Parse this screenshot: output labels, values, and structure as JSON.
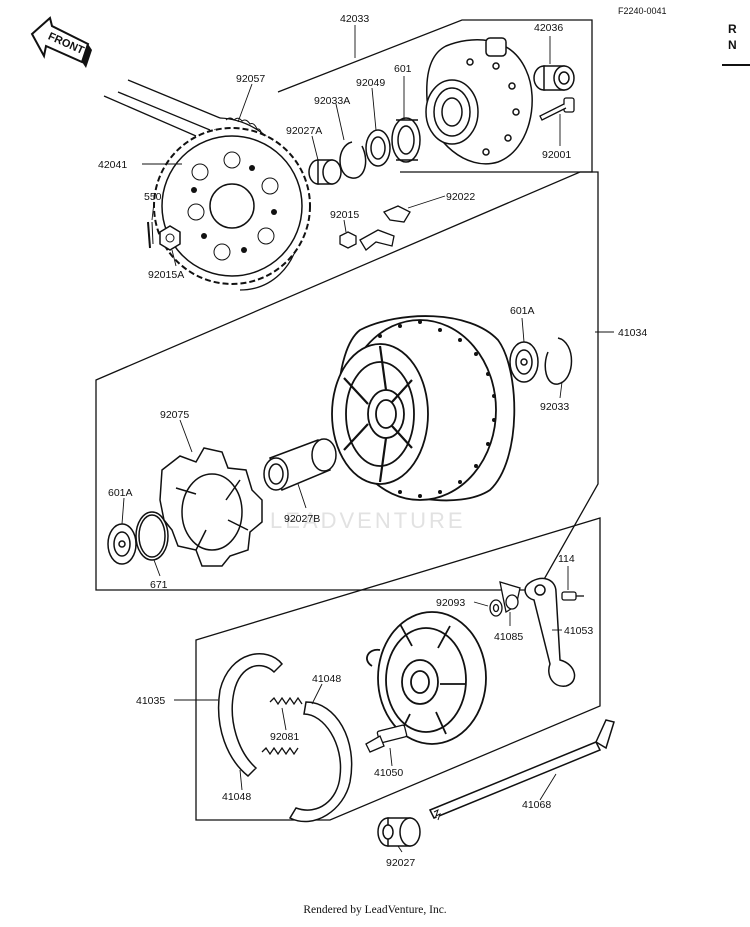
{
  "diagram": {
    "drawing_code": "F2240-0041",
    "front_label": "FRONT",
    "watermark": "LEADVENTURE",
    "footer": "Rendered by LeadVenture, Inc.",
    "side_header": [
      "R",
      "N"
    ],
    "callouts": [
      {
        "id": "42033",
        "text": "42033"
      },
      {
        "id": "42036",
        "text": "42036"
      },
      {
        "id": "92057",
        "text": "92057"
      },
      {
        "id": "601",
        "text": "601"
      },
      {
        "id": "92049",
        "text": "92049"
      },
      {
        "id": "92033A",
        "text": "92033A"
      },
      {
        "id": "92027A",
        "text": "92027A"
      },
      {
        "id": "92001",
        "text": "92001"
      },
      {
        "id": "42041",
        "text": "42041"
      },
      {
        "id": "550",
        "text": "550"
      },
      {
        "id": "92022",
        "text": "92022"
      },
      {
        "id": "92015",
        "text": "92015"
      },
      {
        "id": "92015A",
        "text": "92015A"
      },
      {
        "id": "601A_top",
        "text": "601A"
      },
      {
        "id": "41034",
        "text": "41034"
      },
      {
        "id": "92033",
        "text": "92033"
      },
      {
        "id": "92075",
        "text": "92075"
      },
      {
        "id": "601A_left",
        "text": "601A"
      },
      {
        "id": "92027B",
        "text": "92027B"
      },
      {
        "id": "671",
        "text": "671"
      },
      {
        "id": "114",
        "text": "114"
      },
      {
        "id": "92093",
        "text": "92093"
      },
      {
        "id": "41053",
        "text": "41053"
      },
      {
        "id": "41085",
        "text": "41085"
      },
      {
        "id": "41035",
        "text": "41035"
      },
      {
        "id": "41048_top",
        "text": "41048"
      },
      {
        "id": "92081",
        "text": "92081"
      },
      {
        "id": "41048_bottom",
        "text": "41048"
      },
      {
        "id": "41050",
        "text": "41050"
      },
      {
        "id": "41068",
        "text": "41068"
      },
      {
        "id": "92027",
        "text": "92027"
      }
    ]
  }
}
